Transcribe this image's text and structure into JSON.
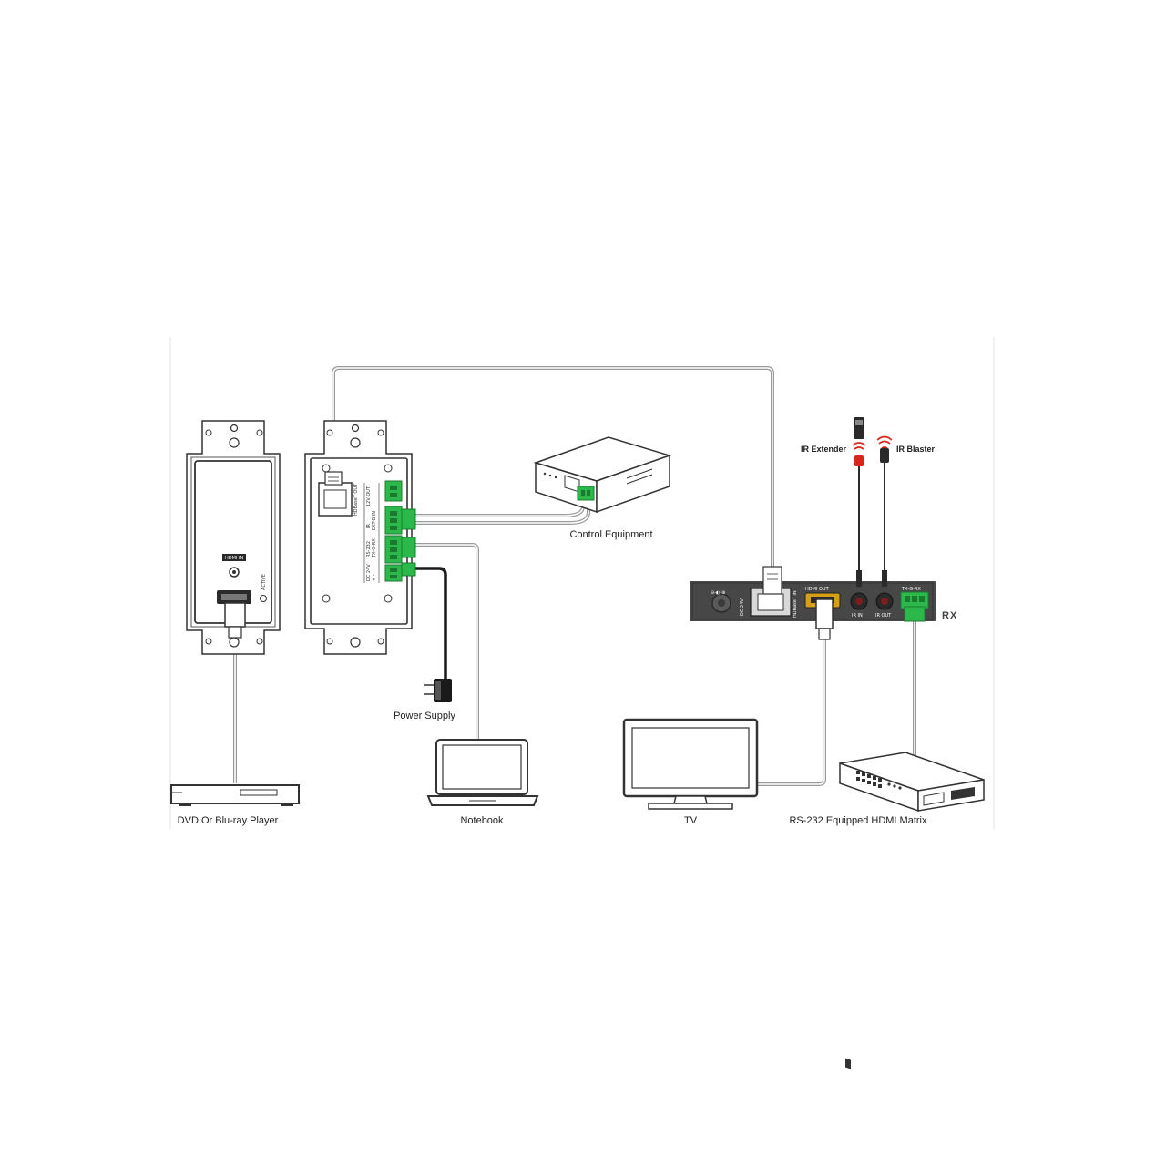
{
  "labels": {
    "dvd_player": "DVD Or Blu-ray Player",
    "notebook": "Notebook",
    "tv": "TV",
    "hdmi_matrix": "RS-232 Equipped HDMI Matrix",
    "power_supply": "Power Supply",
    "control_equipment": "Control Equipment",
    "ir_extender": "IR Extender",
    "ir_blaster": "IR Blaster",
    "rx": "RX"
  },
  "transmitter_front": {
    "hdmi_in": "HDMI IN",
    "active": "ACTIVE"
  },
  "transmitter_back": {
    "hdbaset_out": "HDBaseT OUT",
    "v12_out": "12V OUT",
    "ir": "IR",
    "rs232": "RS-232",
    "dc24v": "DC 24V",
    "ir_pins": "EXT-B  IN",
    "rs232_pins": "TX-G-RX",
    "plus_minus": "+ -"
  },
  "receiver": {
    "dc24v": "DC 24V",
    "hdbaset_in": "HDBaseT IN",
    "hdmi_out": "HDMI OUT",
    "ir_in": "IR IN",
    "ir_out": "IR OUT",
    "rs232_pins": "TX-G-RX"
  },
  "colors": {
    "cable": "#9a9a9a",
    "terminal_green": "#2db84b",
    "device_dark": "#4a4a4a",
    "hdmi_gold": "#d4a017",
    "ir_red": "#d9261c"
  }
}
